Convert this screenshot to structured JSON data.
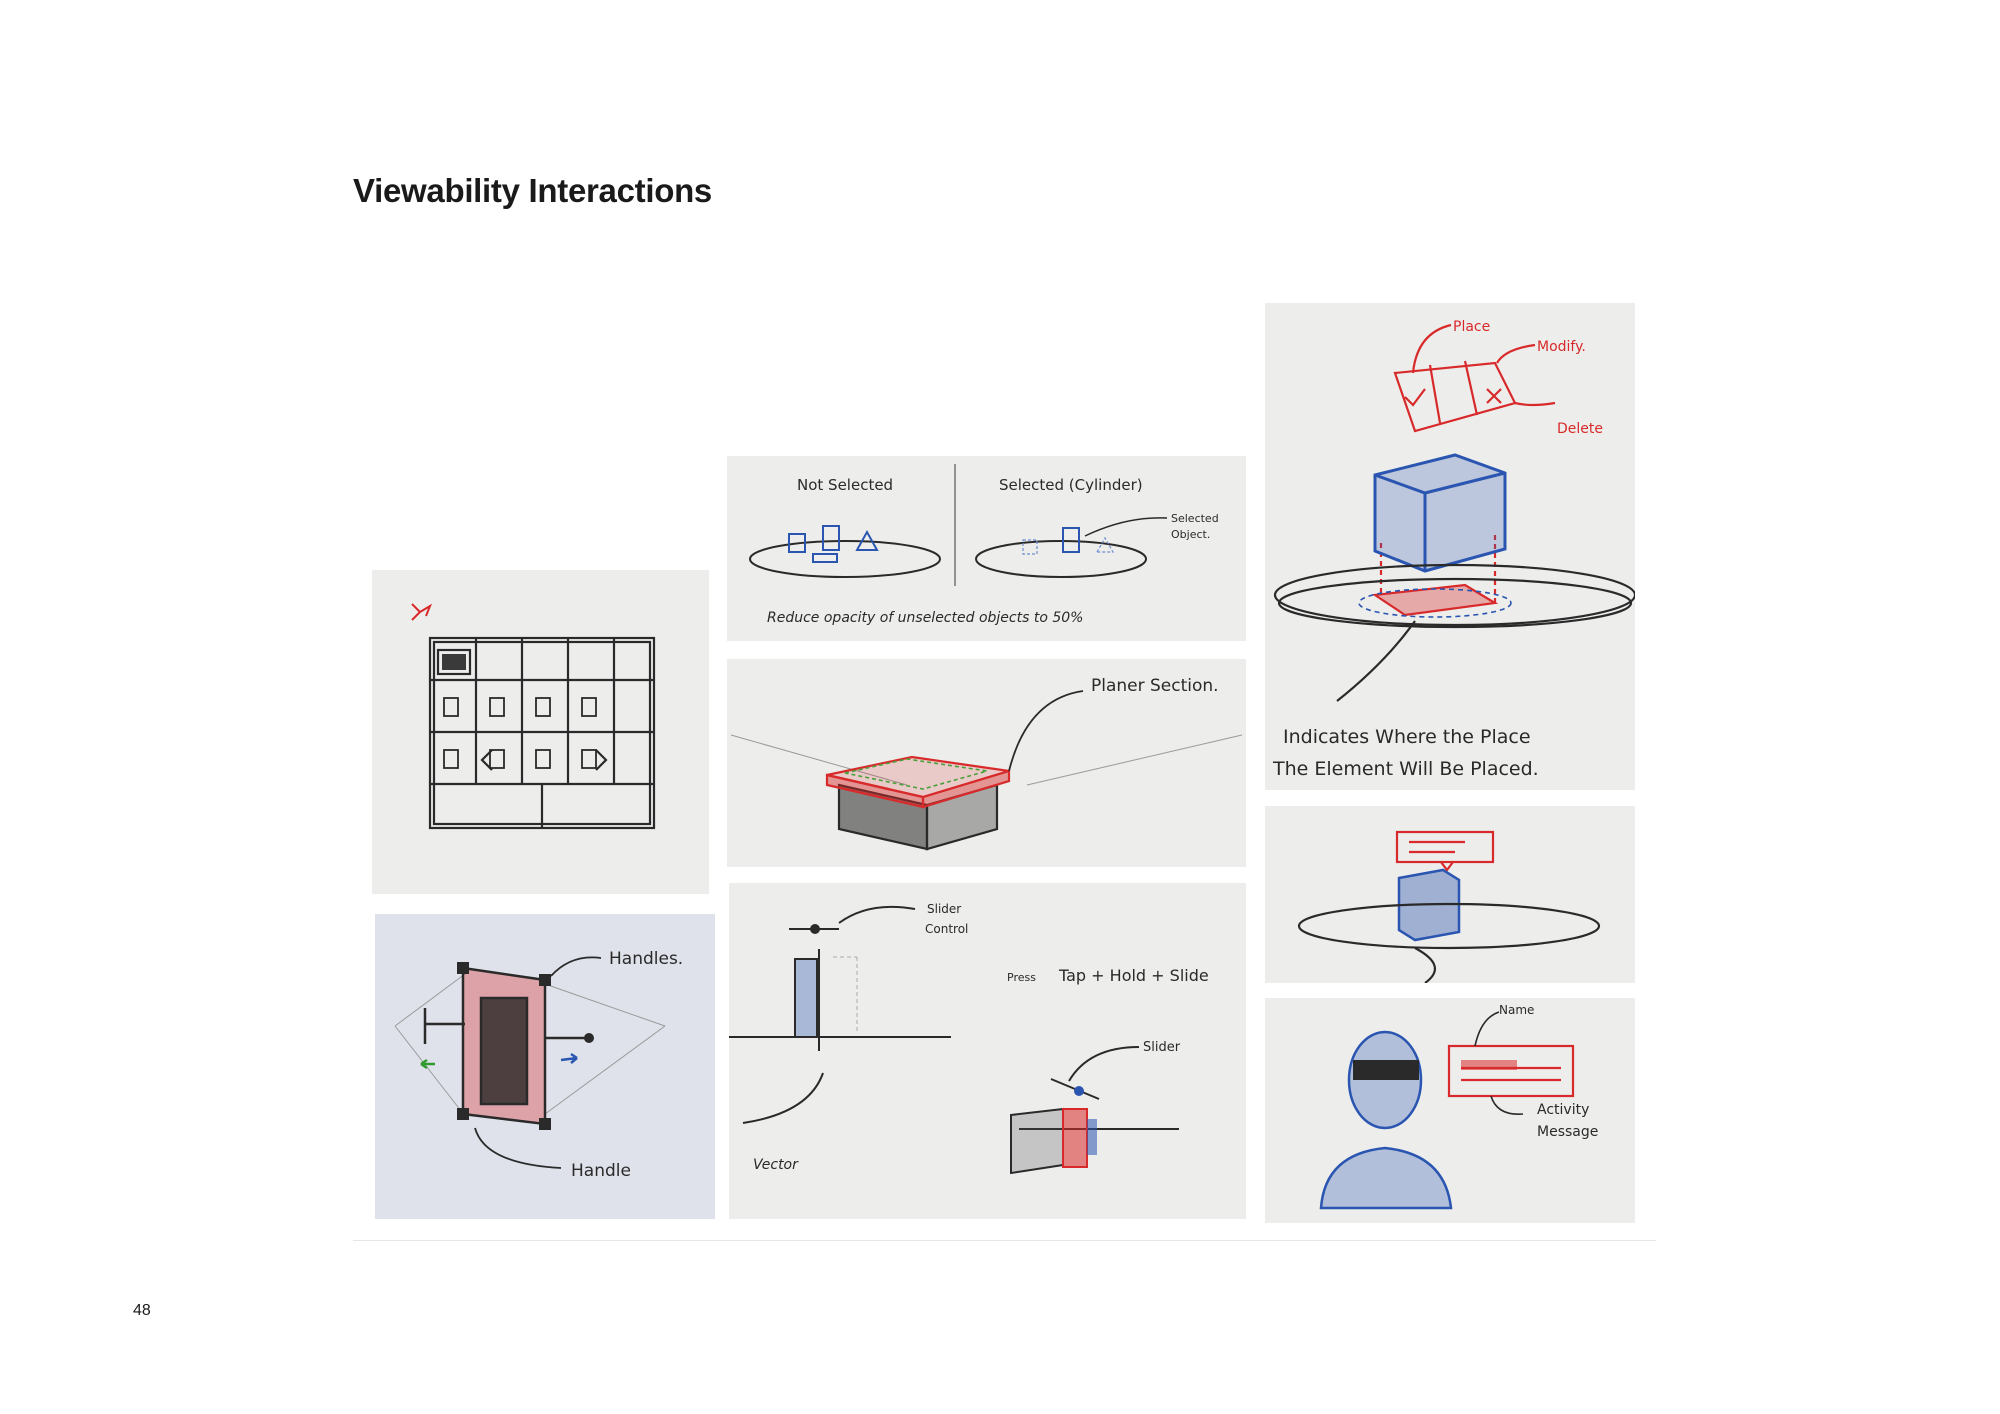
{
  "page": {
    "title": "Viewability Interactions",
    "page_number": "48"
  },
  "sketches": {
    "menu_grid": {},
    "selection": {
      "not_selected": "Not Selected",
      "selected": "Selected (Cylinder)",
      "selected_object": "Selected",
      "selected_object_2": "Object.",
      "note": "Reduce opacity of unselected objects to 50%"
    },
    "placement": {
      "place": "Place",
      "modify": "Modify.",
      "delete": "Delete",
      "note_line1": "Indicates Where the Place",
      "note_line2": "The Element Will Be Placed."
    },
    "planer": {
      "label": "Planer Section."
    },
    "slider": {
      "slider_control_1": "Slider",
      "slider_control_2": "Control",
      "gesture_prefix": "Press",
      "gesture": "Tap + Hold + Slide",
      "slider": "Slider",
      "vector": "Vector"
    },
    "handles": {
      "handles": "Handles.",
      "handle": "Handle"
    },
    "message": {
      "name": "Name",
      "activity_1": "Activity",
      "activity_2": "Message"
    }
  },
  "colors": {
    "ink": "#2a2a2a",
    "red": "#d82a2a",
    "blue": "#2a55b0",
    "paper": "#ededec",
    "paper_blue": "#dfe2ea"
  }
}
